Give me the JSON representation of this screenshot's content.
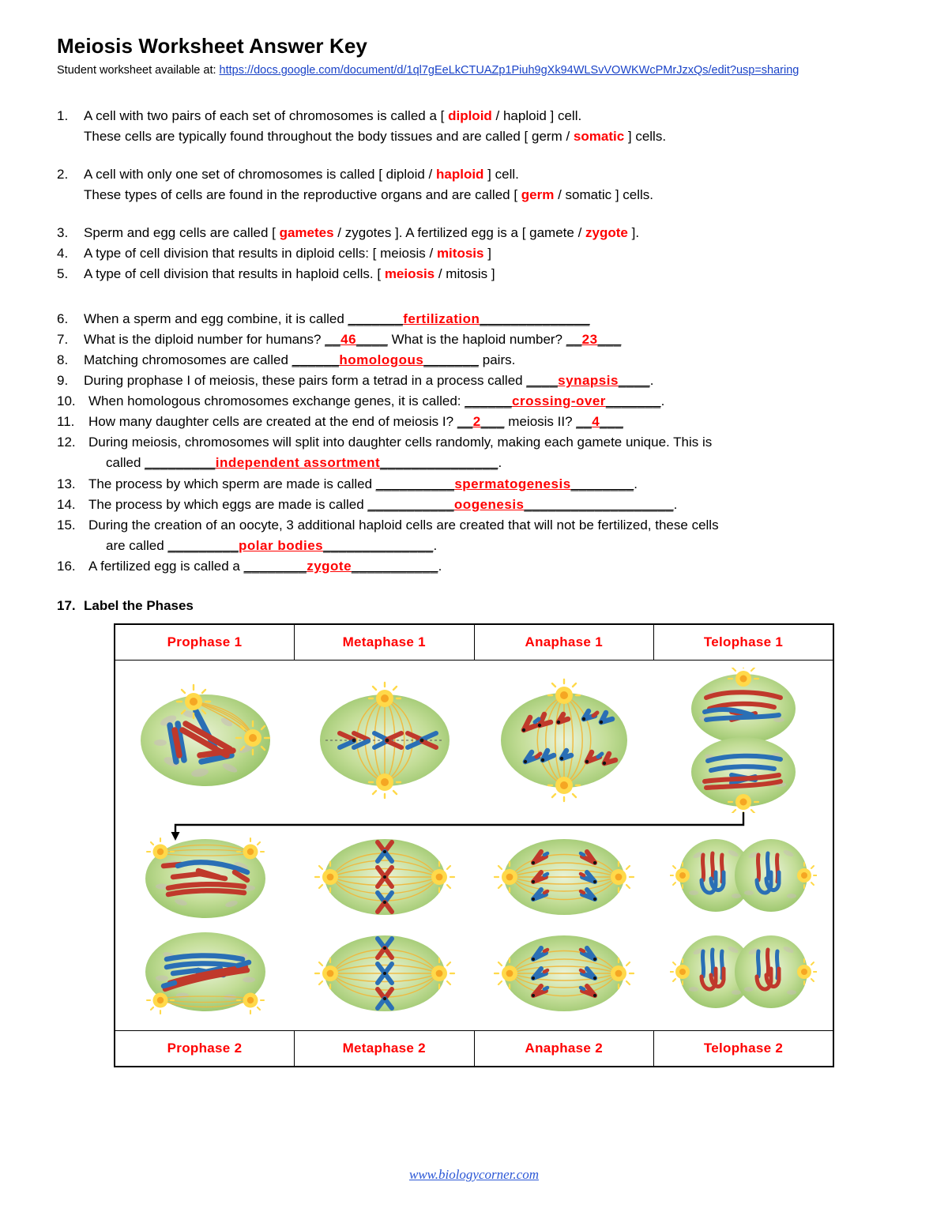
{
  "header": {
    "title": "Meiosis Worksheet Answer Key",
    "subline_prefix": "Student worksheet available at: ",
    "worksheet_url": "https://docs.google.com/document/d/1ql7gEeLkCTUAZp1Piuh9gXk94WLSvVOWKWcPMrJzxQs/edit?usp=sharing"
  },
  "questions": {
    "q1": {
      "num": "1.",
      "line1_a": "A cell with two pairs of each set of chromosomes is called a [ ",
      "line1_answer": "diploid",
      "line1_b": " / haploid ] cell.",
      "line2_a": "These cells are typically found throughout the body tissues and are called  [ germ / ",
      "line2_answer": "somatic",
      "line2_b": " ] cells."
    },
    "q2": {
      "num": "2.",
      "line1_a": "A cell with only one set of  chromosomes is called [ diploid / ",
      "line1_answer": "haploid",
      "line1_b": " ] cell.",
      "line2_a": "These types of cells are found in the reproductive organs and are called   [ ",
      "line2_answer": "germ",
      "line2_b": " / somatic ] cells."
    },
    "q3": {
      "num": "3.",
      "a": "Sperm and egg cells are called [ ",
      "answer1": "gametes",
      "b": " / zygotes ].  A fertilized egg is a [ gamete / ",
      "answer2": "zygote",
      "c": " ]."
    },
    "q4": {
      "num": "4.",
      "a": "A type of cell division that results in diploid cells:   [ meiosis / ",
      "answer": "mitosis",
      "b": " ]"
    },
    "q5": {
      "num": "5.",
      "a": "A type of cell division that results in haploid cells.  [ ",
      "answer": "meiosis",
      "b": " / mitosis ]"
    },
    "q6": {
      "num": "6.",
      "a": "When a sperm and egg combine, it is called ",
      "blank_before": "_______",
      "answer": "fertilization",
      "blank_after": "______________"
    },
    "q7": {
      "num": "7.",
      "a": "What is the diploid number for humans? ",
      "blank1_before": "__",
      "answer1": "46",
      "blank1_after": "____",
      "b": "   What is the haploid number? ",
      "blank2_before": "__",
      "answer2": "23",
      "blank2_after": "___"
    },
    "q8": {
      "num": "8.",
      "a": "Matching chromosomes are called  ",
      "blank_before": "______",
      "answer": "homologous",
      "blank_after": "_______",
      "b": " pairs."
    },
    "q9": {
      "num": "9.",
      "a": "During prophase I of meiosis, these pairs form a tetrad in a process called ",
      "blank_before": "____",
      "answer": "synapsis",
      "blank_after": "____",
      "b": "."
    },
    "q10": {
      "num": "10.",
      "a": "When homologous chromosomes exchange genes, it is called:  ",
      "blank_before": "______",
      "answer": "crossing-over",
      "blank_after": "_______",
      "b": "."
    },
    "q11": {
      "num": "11.",
      "a": "How many daughter cells are created at the end of meiosis I? ",
      "blank1_before": "__",
      "answer1": "2",
      "blank1_after": "___",
      "b": " meiosis II? ",
      "blank2_before": "__",
      "answer2": "4",
      "blank2_after": "___"
    },
    "q12": {
      "num": "12.",
      "line1": "During meiosis, chromosomes will split into daughter cells randomly, making each gamete unique.  This is",
      "line2_a": "called ",
      "blank_before": "_________",
      "answer": "independent assortment",
      "blank_after": "_______________",
      "line2_b": "."
    },
    "q13": {
      "num": "13.",
      "a": "The process by which sperm are made is called ",
      "blank_before": "__________",
      "answer": "spermatogenesis",
      "blank_after": "________",
      "b": "."
    },
    "q14": {
      "num": "14.",
      "a": "The process by which eggs are made is called ",
      "blank_before": "___________",
      "answer": "oogenesis",
      "blank_after": "___________________",
      "b": "."
    },
    "q15": {
      "num": "15.",
      "line1": "During the creation of an oocyte, 3 additional haploid cells are created that will not be fertilized, these cells",
      "line2_a": "are called ",
      "blank_before": "_________",
      "answer": "polar bodies",
      "blank_after": "______________",
      "line2_b": "."
    },
    "q16": {
      "num": "16.",
      "a": "A fertilized egg is called a ",
      "blank_before": "________",
      "answer": "zygote",
      "blank_after": "___________",
      "b": "."
    }
  },
  "section17": {
    "num": "17.",
    "title": "Label the Phases",
    "top_labels": [
      "Prophase 1",
      "Metaphase 1",
      "Anaphase 1",
      "Telophase 1"
    ],
    "bottom_labels": [
      "Prophase 2",
      "Metaphase 2",
      "Anaphase 2",
      "Telophase 2"
    ]
  },
  "footer": {
    "link_text": "www.biologycorner.com"
  },
  "colors": {
    "answer_red": "#ff0000",
    "link_blue": "#1a43c8",
    "footer_blue": "#2b57d6",
    "cell_green": "#a8cd7a",
    "chromosome_red": "#c0392b",
    "chromosome_blue": "#2a6fb5",
    "centrosome_yellow": "#ffd94a",
    "spindle_orange": "#f2a93b"
  }
}
